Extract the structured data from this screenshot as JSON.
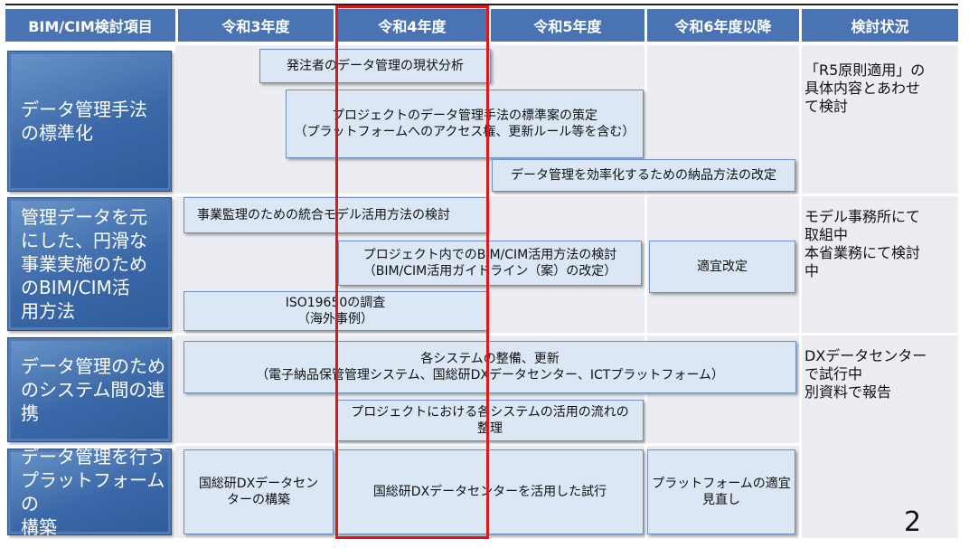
{
  "headers": [
    "BIM/CIM検討項目",
    "令和3年度",
    "令和4年度",
    "令和5年度",
    "令和6年度以降",
    "検討状況"
  ],
  "categories": [
    {
      "lines": [
        "データ管理手法",
        "の標準化"
      ]
    },
    {
      "lines": [
        "管理データを元",
        "にした、円滑な",
        "事業実施のため",
        "のBIM/CIM活",
        "用方法"
      ]
    },
    {
      "lines": [
        "データ管理のため",
        "のシステム間の連",
        "携"
      ]
    },
    {
      "lines": [
        "データ管理を行う",
        "プラットフォームの",
        "構築"
      ]
    }
  ],
  "tasks": [
    {
      "lines": [
        "発注者のデータ管理の現状分析"
      ]
    },
    {
      "lines": [
        "プロジェクトのデータ管理手法の標準案の策定",
        "（プラットフォームへのアクセス権、更新ルール等を含む）"
      ]
    },
    {
      "lines": [
        "データ管理を効率化するための納品方法の改定"
      ]
    },
    {
      "lines": [
        "事業監理のための統合モデル活用方法の検討"
      ]
    },
    {
      "lines": [
        "プロジェクト内でのBIM/CIM活用方法の検討",
        "（BIM/CIM活用ガイドライン（案）の改定）"
      ]
    },
    {
      "lines": [
        "適宜改定"
      ]
    },
    {
      "lines": [
        "ISO19650の調査",
        "（海外事例）"
      ]
    },
    {
      "lines": [
        "各システムの整備、更新",
        "（電子納品保管管理システム、国総研DXデータセンター、ICTプラットフォーム）"
      ]
    },
    {
      "lines": [
        "プロジェクトにおける各システムの活用の流れの",
        "整理"
      ]
    },
    {
      "lines": [
        "国総研DXデータセン",
        "ターの構築"
      ]
    },
    {
      "lines": [
        "国総研DXデータセンターを活用した試行"
      ]
    },
    {
      "lines": [
        "プラットフォームの適宜",
        "見直し"
      ]
    }
  ],
  "statuses": [
    "「R5原則適用」の\n具体内容とあわせ\nて検討",
    "モデル事務所にて\n取組中\n本省業務にて検討\n中",
    "DXデータセンター\nで試行中\n別資料で報告"
  ],
  "page_number": "2",
  "colors": {
    "header": "#4a73b4",
    "category": "#3b68a8",
    "task_box": "#dce7f6",
    "highlight_frame": "#e01717"
  }
}
